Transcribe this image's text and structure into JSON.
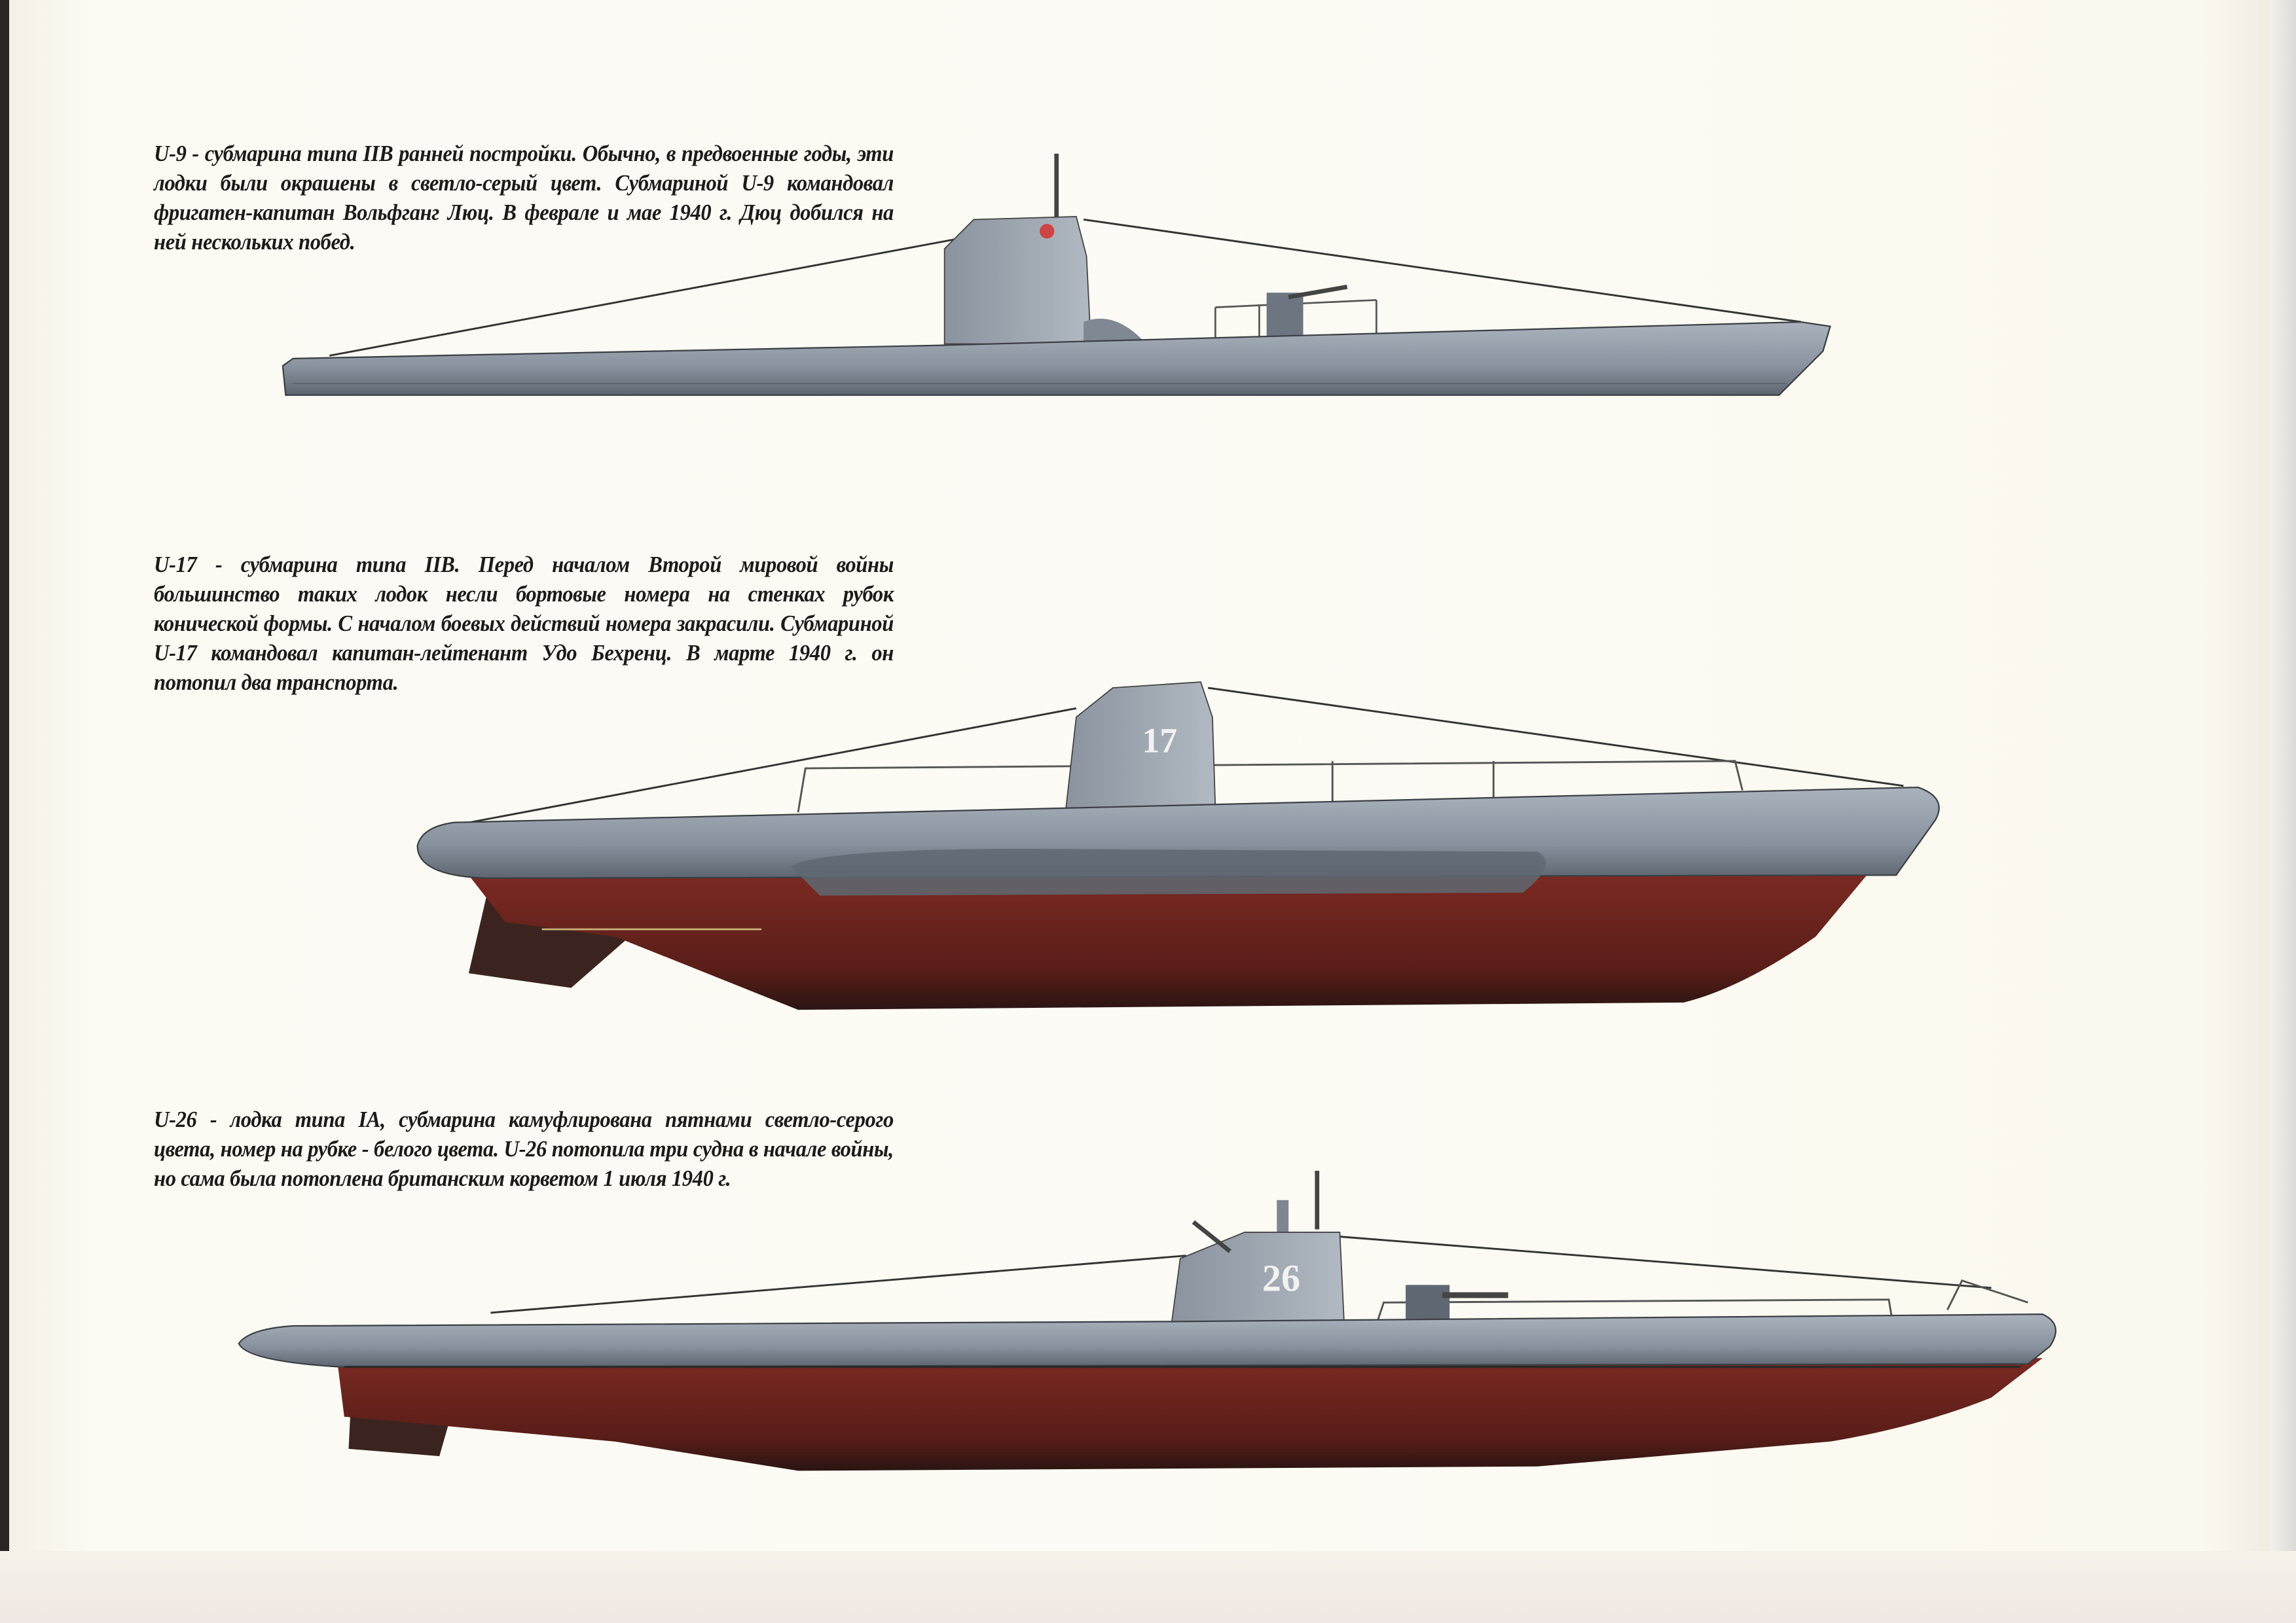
{
  "captions": [
    {
      "id": "u9",
      "text": "U-9 - субмарина типа IIB ранней постройки. Обычно, в предвоенные годы, эти лодки были окрашены в светло-серый цвет. Субмариной U-9 командовал фригатен-капитан Вольфганг Люц. В феврале и мае 1940 г. Дюц добился на ней нескольких побед."
    },
    {
      "id": "u17",
      "text": "U-17 - субмарина типа IIB. Перед началом Второй мировой войны большинство таких лодок несли бортовые номера на стенках рубок конической формы. С началом боевых действий номера закрасили. Субмариной U-17 командовал капитан-лейтенант Удо Бехренц. В марте 1940 г. он потопил два транспорта."
    },
    {
      "id": "u26",
      "text": "U-26 - лодка типа IA, субмарина камуфлирована пятнами светло-серого цвета, номер на рубке - белого цвета. U-26 потопила три судна в начале войны, но сама была потоплена британским корветом 1 июля 1940 г."
    }
  ],
  "submarines": {
    "u17_tower_number": "17",
    "u26_tower_number": "26"
  },
  "colors": {
    "hull_grey": "#8f99a6",
    "hull_red": "#6e2620",
    "paper": "#fbf8f0"
  }
}
